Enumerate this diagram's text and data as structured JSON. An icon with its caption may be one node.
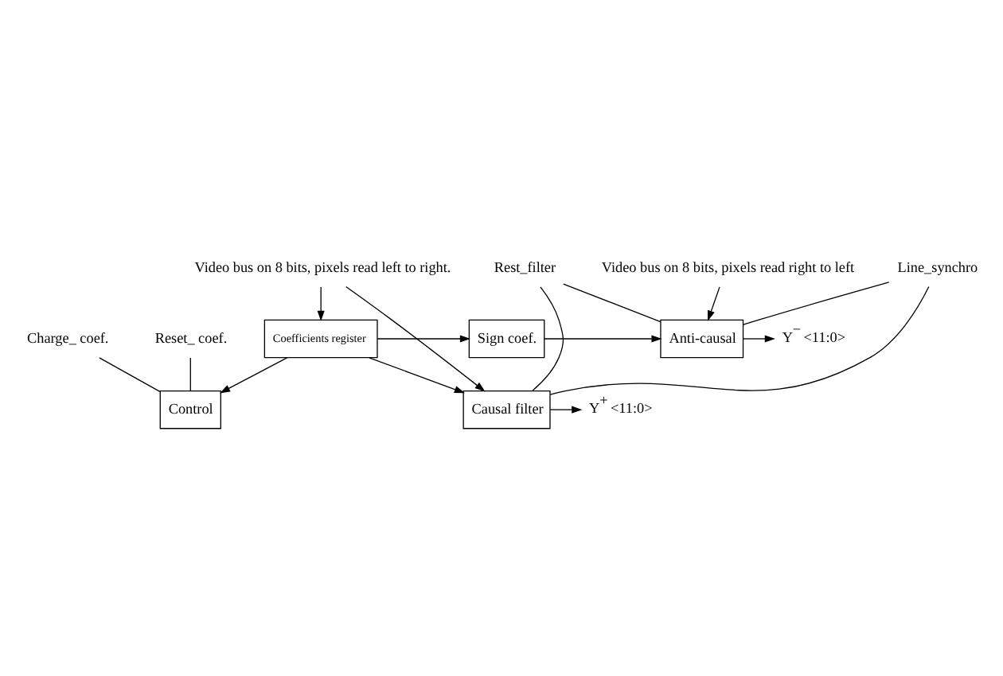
{
  "diagram": {
    "nodes": [
      {
        "text": [
          "Video bus on 8 bits, pixels read left to right."
        ]
      },
      {
        "text": [
          "Charge_ coef."
        ]
      },
      {
        "text": [
          "Reset_ coef."
        ]
      },
      {
        "text": [
          "Control"
        ]
      },
      {
        "text": [
          "Coefficients register"
        ]
      },
      {
        "text": [
          "Sign coef."
        ]
      },
      {
        "text": [
          "Causal filter"
        ]
      },
      {
        "text": [
          "Anti-causal"
        ]
      },
      {
        "text": [
          "Video bus on 8 bits, pixels read right to left"
        ]
      },
      {
        "text": [
          "Y$^{+}$ <11:0>"
        ]
      },
      {
        "text": [
          "Y$^{−}$ <11:0>"
        ]
      },
      {
        "text": [
          "Rest_filter"
        ]
      },
      {
        "text": [
          "Line_synchro"
        ]
      }
    ],
    "edges": [
      {
        "from": 0,
        "to": 6,
        "arrow": "to"
      },
      {
        "from": 0,
        "to": 4,
        "arrow": "to"
      },
      {
        "from": 1,
        "to": 3,
        "arrow": "none"
      },
      {
        "from": 2,
        "to": 3,
        "arrow": "none"
      },
      {
        "from": 4,
        "to": 3,
        "arrow": "to"
      },
      {
        "from": 4,
        "to": 5,
        "arrow": "to"
      },
      {
        "from": 4,
        "to": 6,
        "arrow": "to"
      },
      {
        "from": 5,
        "to": 7,
        "arrow": "to"
      },
      {
        "from": 6,
        "to": 9,
        "arrow": "to"
      },
      {
        "from": 7,
        "to": 10,
        "arrow": "to"
      },
      {
        "from": 8,
        "to": 7,
        "arrow": "to"
      },
      {
        "from": 11,
        "to": 6,
        "arrow": "none"
      },
      {
        "from": 11,
        "to": 7,
        "arrow": "none"
      },
      {
        "from": 12,
        "to": 6,
        "arrow": "none"
      },
      {
        "from": 12,
        "to": 7,
        "arrow": "none"
      }
    ]
  }
}
